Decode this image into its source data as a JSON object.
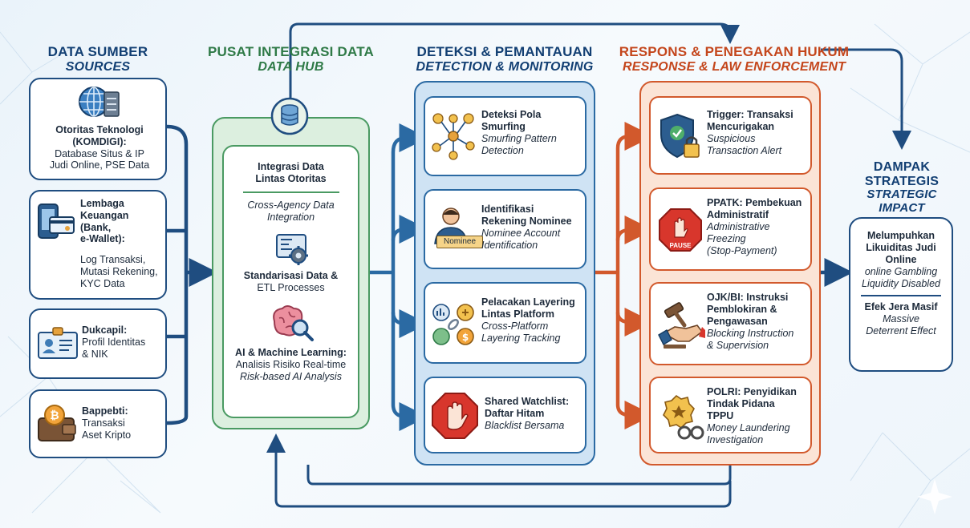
{
  "columns": {
    "sources": {
      "title": "DATA SUMBER",
      "subtitle": "SOURCES"
    },
    "hub": {
      "title": "PUSAT INTEGRASI DATA",
      "subtitle": "DATA HUB"
    },
    "detection": {
      "title": "DETEKSI & PEMANTAUAN",
      "subtitle": "DETECTION & MONITORING"
    },
    "response": {
      "title": "RESPONS & PENEGAKAN HUKUM",
      "subtitle": "RESPONSE & LAW ENFORCEMENT"
    },
    "impact": {
      "title1": "DAMPAK",
      "title2": "STRATEGIS",
      "subtitle1": "STRATEGIC",
      "subtitle2": "IMPACT"
    }
  },
  "sources": [
    {
      "title": "Otoritas Teknologi (KOMDIGI):",
      "line1": "Database Situs & IP",
      "line2": "Judi Online, PSE Data",
      "icon": "globe-server-icon"
    },
    {
      "title1": "Lembaga",
      "title2": "Keuangan",
      "title3": "(Bank,",
      "title4": "e-Wallet):",
      "line1": "Log Transaksi,",
      "line2": "Mutasi Rekening,",
      "line3": "KYC Data",
      "icon": "card-phone-icon"
    },
    {
      "title": "Dukcapil:",
      "line1": "Profil Identitas",
      "line2": "& NIK",
      "icon": "id-card-icon"
    },
    {
      "title": "Bappebti:",
      "line1": "Transaksi",
      "line2": "Aset Kripto",
      "icon": "bitcoin-wallet-icon"
    }
  ],
  "hub": {
    "integration_title1": "Integrasi Data",
    "integration_title2": "Lintas Otoritas",
    "integration_sub1": "Cross-Agency Data",
    "integration_sub2": "Integration",
    "standard_title": "Standarisasi Data &",
    "standard_sub": "ETL Processes",
    "ai_title": "AI & Machine Learning:",
    "ai_line1": "Analisis Risiko Real-time",
    "ai_line2": "Risk-based AI Analysis"
  },
  "detection": [
    {
      "title1": "Deteksi Pola",
      "title2": "Smurfing",
      "sub1": "Smurfing Pattern",
      "sub2": "Detection"
    },
    {
      "title1": "Identifikasi",
      "title2": "Rekening Nominee",
      "sub1": "Nominee Account",
      "sub2": "Identification",
      "badge": "Nominee"
    },
    {
      "title1": "Pelacakan Layering",
      "title2": "Lintas Platform",
      "sub1": "Cross-Platform",
      "sub2": "Layering Tracking"
    },
    {
      "title1": "Shared Watchlist:",
      "title2": "Daftar Hitam",
      "sub1": "Blacklist Bersama"
    }
  ],
  "response": [
    {
      "title1": "Trigger: Transaksi",
      "title2": "Mencurigakan",
      "sub1": "Suspicious",
      "sub2": "Transaction Alert"
    },
    {
      "title1": "PPATK: Pembekuan",
      "title2": "Administratif",
      "sub1": "Administrative",
      "sub2": "Freezing",
      "sub3": "(Stop-Payment)",
      "badge": "PAUSE"
    },
    {
      "title1": "OJK/BI: Instruksi",
      "title2": "Pemblokiran &",
      "title3": "Pengawasan",
      "sub1": "Blocking Instruction",
      "sub2": "& Supervision"
    },
    {
      "title1": "POLRI: Penyidikan",
      "title2": "Tindak Pidana",
      "title3": "TPPU",
      "sub1": "Money Laundering",
      "sub2": "Investigation"
    }
  ],
  "impact": {
    "item1_title1": "Melumpuhkan",
    "item1_title2": "Likuiditas Judi",
    "item1_title3": "Online",
    "item1_sub1": "online Gambling",
    "item1_sub2": "Liquidity Disabled",
    "item2_title": "Efek Jera Masif",
    "item2_sub1": "Massive",
    "item2_sub2": "Deterrent Effect"
  },
  "colors": {
    "navy": "#1f4d80",
    "green": "#4a9a62",
    "blue": "#2b6aa3",
    "orange": "#d2592c"
  }
}
